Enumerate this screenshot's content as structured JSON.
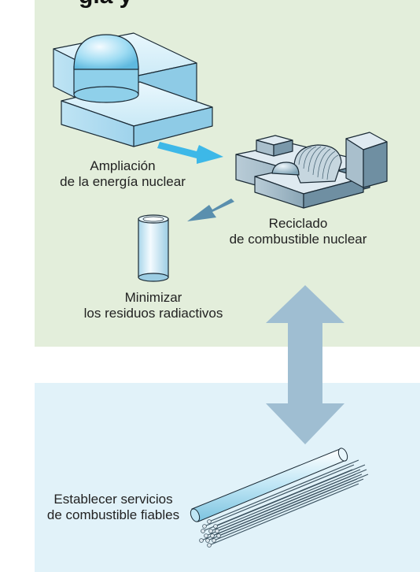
{
  "title": "gía y",
  "labels": {
    "expansion": [
      "Ampliación",
      "de la energía nuclear"
    ],
    "recycling": [
      "Reciclado",
      "de combustible nuclear"
    ],
    "minimize": [
      "Minimizar",
      "los residuos radiactivos"
    ],
    "fuel_services": [
      "Establecer servicios",
      "de combustible fiables"
    ]
  },
  "colors": {
    "top_panel": "#e3eedb",
    "bottom_panel": "#e1f2f9",
    "arrow_blue": "#3db8e8",
    "arrow_steel": "#5a8fae",
    "double_arrow": "#9fbed2"
  },
  "icons": [
    "nuclear-reactor-icon",
    "reprocessing-plant-icon",
    "waste-canister-icon",
    "fuel-rods-icon"
  ]
}
